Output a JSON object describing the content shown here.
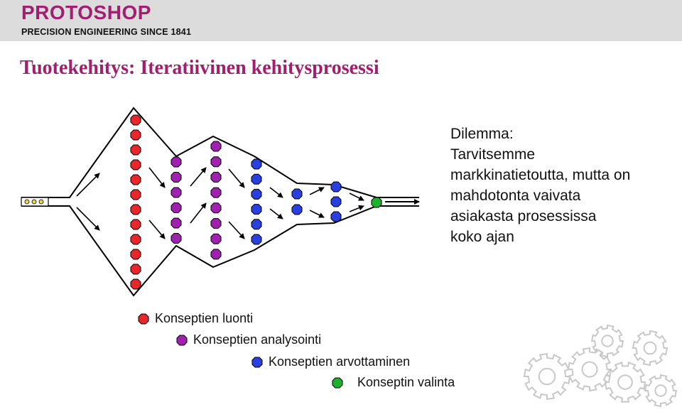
{
  "header": {
    "logo_text": "PROTOSHOP",
    "tagline": "PRECISION ENGINEERING SINCE 1841"
  },
  "title": "Tuotekehitys: Iteratiivinen kehitysprosessi",
  "dilemma": [
    "Dilemma:",
    "Tarvitsemme",
    "markkinatietoutta, mutta on",
    "mahdotonta vaivata",
    "asiakasta prosessissa",
    "koko ajan"
  ],
  "legend": [
    {
      "label": "Konseptien luonti",
      "color": "#e8262b"
    },
    {
      "label": "Konseptien analysointi",
      "color": "#a020b0"
    },
    {
      "label": "Konseptien arvottaminen",
      "color": "#2a3fe0"
    },
    {
      "label": "Konseptin valinta",
      "color": "#20b030"
    }
  ],
  "colors": {
    "brand": "#a0206f",
    "header_bg": "#dcdcdc",
    "creation": "#e8262b",
    "analysis": "#a020b0",
    "evaluation": "#2a3fe0",
    "selection": "#20b030",
    "input_dots": "#e8d84a"
  },
  "icons": [
    "arrow-icon",
    "gear-icon"
  ]
}
